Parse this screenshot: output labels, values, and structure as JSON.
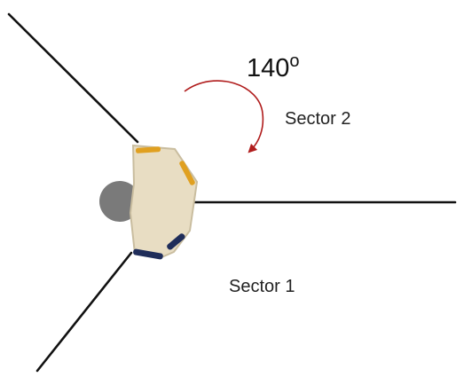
{
  "diagram": {
    "angle_label": "140",
    "degree_symbol": "o",
    "sectors": [
      {
        "label": "Sector 2"
      },
      {
        "label": "Sector 1"
      }
    ]
  },
  "colors": {
    "boundary_line": "#111111",
    "device_body": "#e8ddc3",
    "device_outline": "#c9bd9f",
    "sensor_orange": "#e0a020",
    "sensor_dark_blue": "#1f2d5a",
    "grey_circle": "#7a7a7a",
    "rotation_arrow": "#b01c1c"
  }
}
